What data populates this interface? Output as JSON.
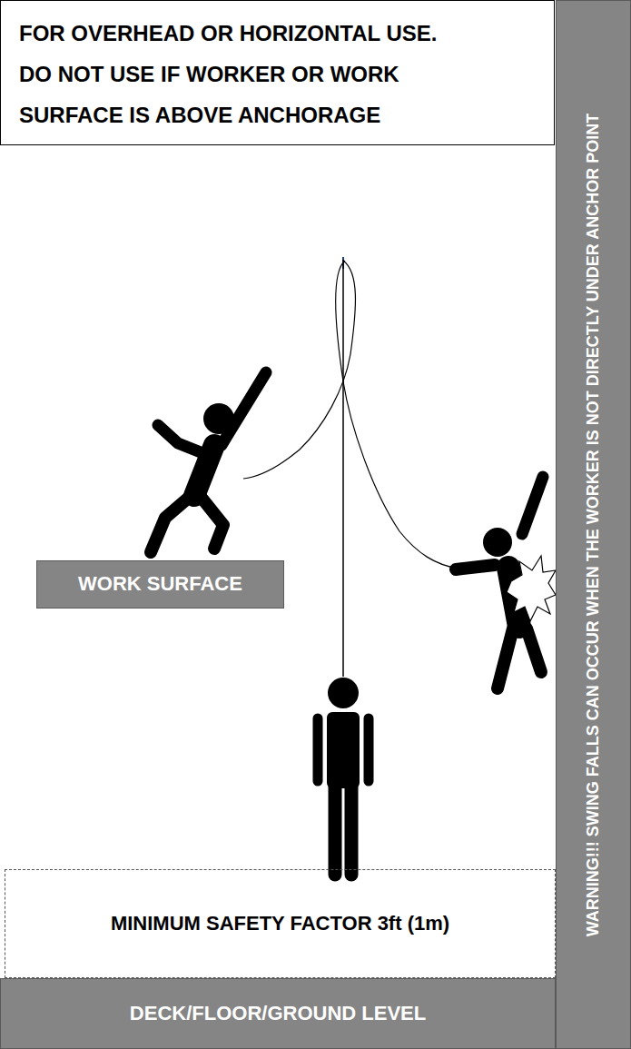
{
  "diagram": {
    "nodes": [
      {
        "text": [
          "FOR OVERHEAD OR HORIZONTAL USE. DO NOT USE IF WORKER OR WORK SURFACE IS ABOVE ANCHORAGE"
        ]
      },
      {
        "text": [
          "WARNING!!! SWING FALLS CAN OCCUR WHEN THE WORKER IS NOT DIRECTLY UNDER ANCHOR POINT"
        ]
      },
      {
        "text": [
          "WORK SURFACE"
        ]
      },
      {
        "text": [
          "MINIMUM SAFETY FACTOR 3ft (1m)"
        ]
      },
      {
        "text": [
          "DECK/FLOOR/GROUND LEVEL"
        ]
      }
    ]
  }
}
